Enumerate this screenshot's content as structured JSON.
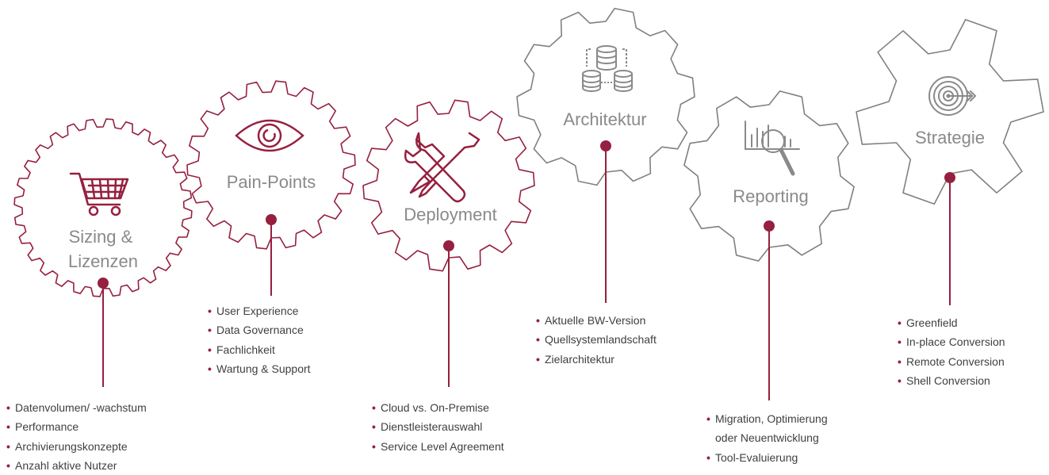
{
  "colors": {
    "accent": "#96203f",
    "gear_grey": "#808080",
    "text": "#3f3f3f",
    "label_grey": "#8a8a8a"
  },
  "gears": [
    {
      "id": "sizing",
      "title_lines": [
        "Sizing &",
        "Lizenzen"
      ],
      "icon": "shopping-cart-icon",
      "bullets": [
        "Datenvolumen/ -wachstum",
        "Performance",
        "Archivierungskonzepte",
        "Anzahl aktive Nutzer"
      ]
    },
    {
      "id": "painpoints",
      "title_lines": [
        "Pain-Points"
      ],
      "icon": "eye-icon",
      "bullets": [
        "User Experience",
        "Data Governance",
        "Fachlichkeit",
        "Wartung & Support"
      ]
    },
    {
      "id": "deployment",
      "title_lines": [
        "Deployment"
      ],
      "icon": "wrench-screwdriver-icon",
      "bullets": [
        "Cloud vs. On-Premise",
        "Dienstleisterauswahl",
        "Service Level Agreement"
      ]
    },
    {
      "id": "architektur",
      "title_lines": [
        "Architektur"
      ],
      "icon": "database-icon",
      "bullets": [
        "Aktuelle BW-Version",
        "Quellsystemlandschaft",
        "Zielarchitektur"
      ]
    },
    {
      "id": "reporting",
      "title_lines": [
        "Reporting"
      ],
      "icon": "chart-magnifier-icon",
      "bullets": [
        "Migration, Optimierung",
        "oder Neuentwicklung",
        "Tool-Evaluierung"
      ]
    },
    {
      "id": "strategie",
      "title_lines": [
        "Strategie"
      ],
      "icon": "target-icon",
      "bullets": [
        "Greenfield",
        "In-place Conversion",
        "Remote Conversion",
        "Shell Conversion"
      ]
    }
  ]
}
